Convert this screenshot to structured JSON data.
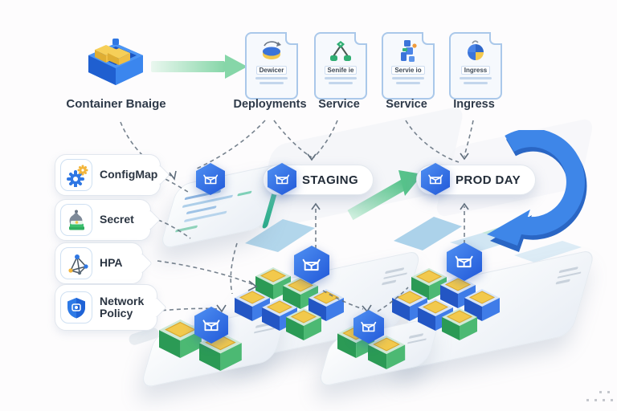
{
  "source": {
    "label": "Container Bnaige",
    "icon": "container-image-icon"
  },
  "manifests": [
    {
      "doc_label": "Dewicer",
      "label": "Deployments",
      "icon": "deployment-doc-icon"
    },
    {
      "doc_label": "Senife ie",
      "label": "Service",
      "icon": "service-doc-icon"
    },
    {
      "doc_label": "Servie io",
      "label": "Service",
      "icon": "service-blocks-doc-icon"
    },
    {
      "doc_label": "Ingress",
      "label": "Ingress",
      "icon": "ingress-doc-icon"
    }
  ],
  "resources": [
    {
      "label": "ConfigMap",
      "icon": "configmap-gears-icon"
    },
    {
      "label": "Secret",
      "icon": "secret-money-bag-icon"
    },
    {
      "label": "HPA",
      "icon": "hpa-topology-icon"
    },
    {
      "label": "Network Policy",
      "icon": "network-policy-shield-icon"
    }
  ],
  "environments": [
    {
      "label": "STAGING",
      "icon": "kubernetes-hexagon-icon"
    },
    {
      "label": "PROD DAY",
      "icon": "kubernetes-hexagon-icon"
    }
  ],
  "colors": {
    "accent_blue": "#3b7de0",
    "hex_badge_blue": "#2f6fe0",
    "pod_green": "#2fa35c",
    "pod_yellow": "#f2c94c",
    "arrow_green": "#6fcd9c",
    "rollback_arrow_blue": "#3e86e8",
    "dashed_line": "#5f6d7b"
  }
}
